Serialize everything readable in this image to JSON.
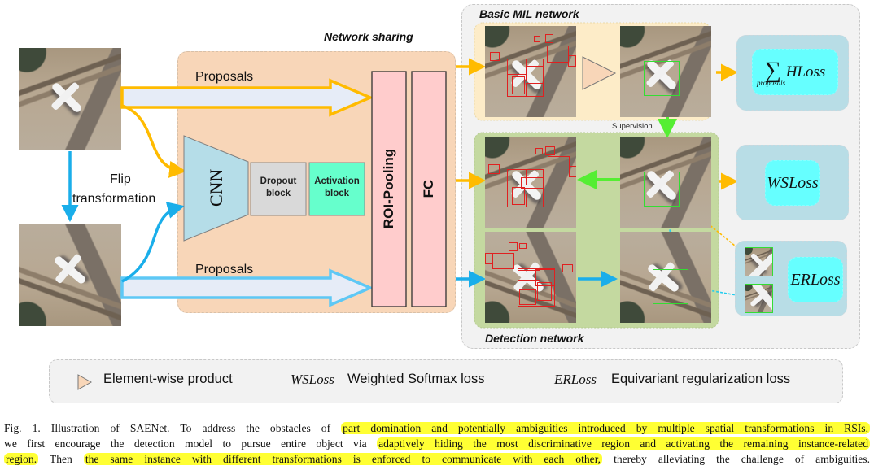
{
  "figure": {
    "labels": {
      "network_sharing": "Network sharing",
      "basic_mil_network": "Basic MIL network",
      "detection_network": "Detection network",
      "proposals_top": "Proposals",
      "proposals_bottom": "Proposals",
      "flip_transformation_line1": "Flip",
      "flip_transformation_line2": "transformation",
      "supervision": "Supervision"
    },
    "blocks": {
      "cnn": "CNN",
      "dropout_line1": "Dropout",
      "dropout_line2": "block",
      "activation_line1": "Activation",
      "activation_line2": "block",
      "roi_pooling": "ROI-Pooling",
      "fc": "FC"
    },
    "losses": {
      "hloss_sum": "∑",
      "hloss_sub": "proposals",
      "hloss": "HLoss",
      "wsloss": "WSLoss",
      "erloss": "ERLoss"
    },
    "legend": {
      "element_wise": "Element-wise product",
      "wsloss_symbol": "WSLoss",
      "wsloss_desc": "Weighted Softmax loss",
      "erloss_symbol": "ERLoss",
      "erloss_desc": "Equivariant regularization loss"
    },
    "colors": {
      "orange_arrow": "#ffbb00",
      "blue_arrow": "#1aaeea",
      "green_arrow": "#55ee33",
      "network_sharing_bg": "#f8d6b8",
      "mil_bg": "#fdecc8",
      "detection_bg": "#c4d9a0",
      "roi_fc_fill": "#ffcccc",
      "cnn_fill": "#b5dde8",
      "dropout_fill": "#d9d9d9",
      "activation_fill": "#66ffcc",
      "loss_outer": "#b8dde6",
      "loss_inner": "#66ffff",
      "highlight": "#ffff33"
    }
  },
  "caption": {
    "line1": [
      {
        "text": "Fig. 1.   Illustration of SAENet. To address the obstacles of ",
        "highlight": false
      },
      {
        "text": "part domination and potentially ambiguities introduced by multiple spatial transformations in RSIs,",
        "highlight": true
      }
    ],
    "line2": [
      {
        "text": "we first encourage the detection model to pursue entire object via ",
        "highlight": false
      },
      {
        "text": "adaptively hiding the most discriminative region and activating the remaining instance-related",
        "highlight": true
      }
    ],
    "line3": [
      {
        "text": "region.",
        "highlight": true
      },
      {
        "text": " Then ",
        "highlight": false
      },
      {
        "text": "the same instance with different transformations is enforced to communicate with each other,",
        "highlight": true
      },
      {
        "text": " thereby alleviating the challenge of ambiguities.",
        "highlight": false
      }
    ]
  }
}
